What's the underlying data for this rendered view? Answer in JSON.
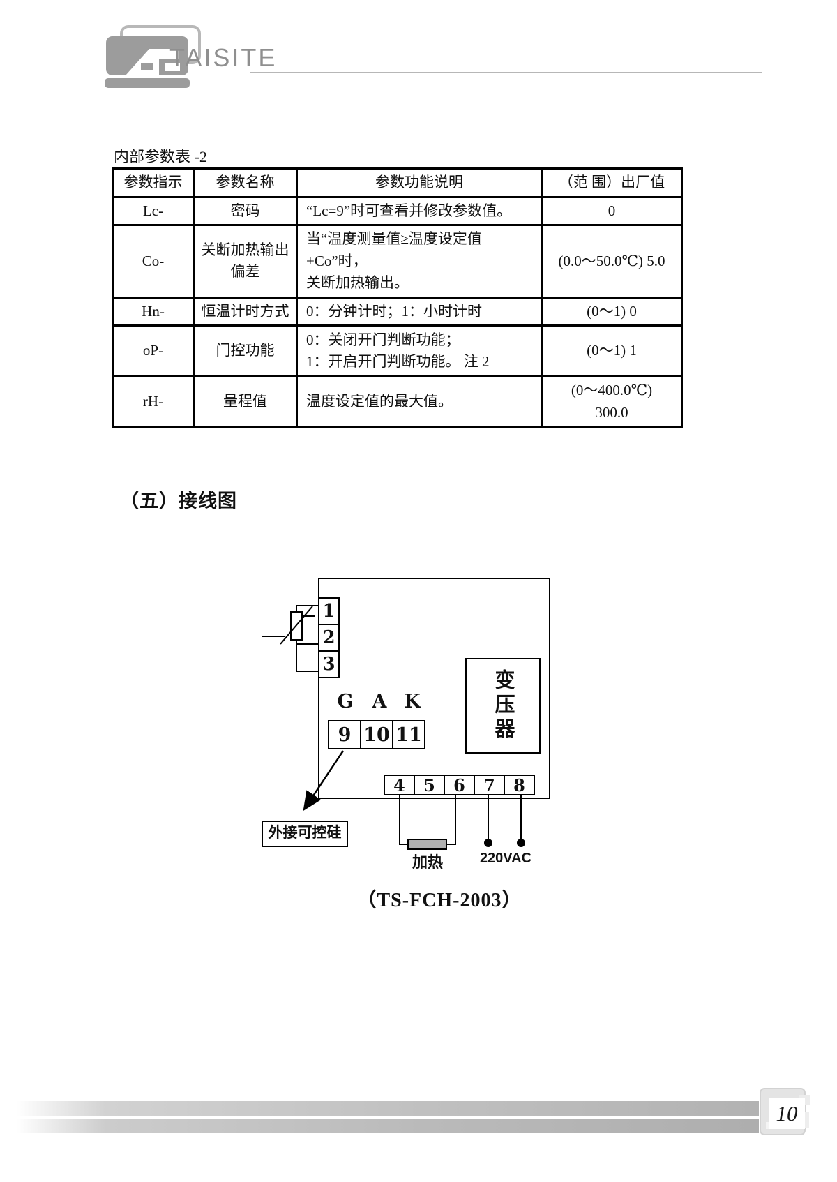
{
  "logo": {
    "brand": "TAISITE"
  },
  "table": {
    "title": "内部参数表 -2",
    "headers": [
      "参数指示",
      "参数名称",
      "参数功能说明",
      "（范 围）出厂值"
    ],
    "rows": [
      [
        "Lc-",
        "密码",
        "“Lc=9”时可查看并修改参数值。",
        "0"
      ],
      [
        "Co-",
        "关断加热输出\n偏差",
        "当“温度测量值≥温度设定值+Co”时，\n关断加热输出。",
        "(0.0～50.0℃) 5.0"
      ],
      [
        "Hn-",
        "恒温计时方式",
        "0：分钟计时；1：小时计时",
        "(0～1) 0"
      ],
      [
        "oP-",
        "门控功能",
        "0：关闭开门判断功能；\n1：开启开门判断功能。  注 2",
        "(0～1) 1"
      ],
      [
        "rH-",
        "量程值",
        "温度设定值的最大值。",
        "(0～400.0℃)\n300.0"
      ]
    ]
  },
  "section": {
    "heading": "（五）接线图"
  },
  "diagram": {
    "terminals_left": [
      "1",
      "2",
      "3"
    ],
    "gak": [
      "G",
      "A",
      "K"
    ],
    "terminals_mid": [
      "9",
      "10",
      "11"
    ],
    "terminals_bottom": [
      "4",
      "5",
      "6",
      "7",
      "8"
    ],
    "transformer_label": "变压器",
    "scr_label": "外接可控硅",
    "heater_label": "加热",
    "power_label": "220VAC",
    "caption": "（TS-FCH-2003）"
  },
  "footer": {
    "page_number": "10"
  },
  "colors": {
    "heater_fill": "#b0b0b0",
    "logo_gray": "#9c9c9c",
    "bar_gray": "#bcbcbc"
  }
}
